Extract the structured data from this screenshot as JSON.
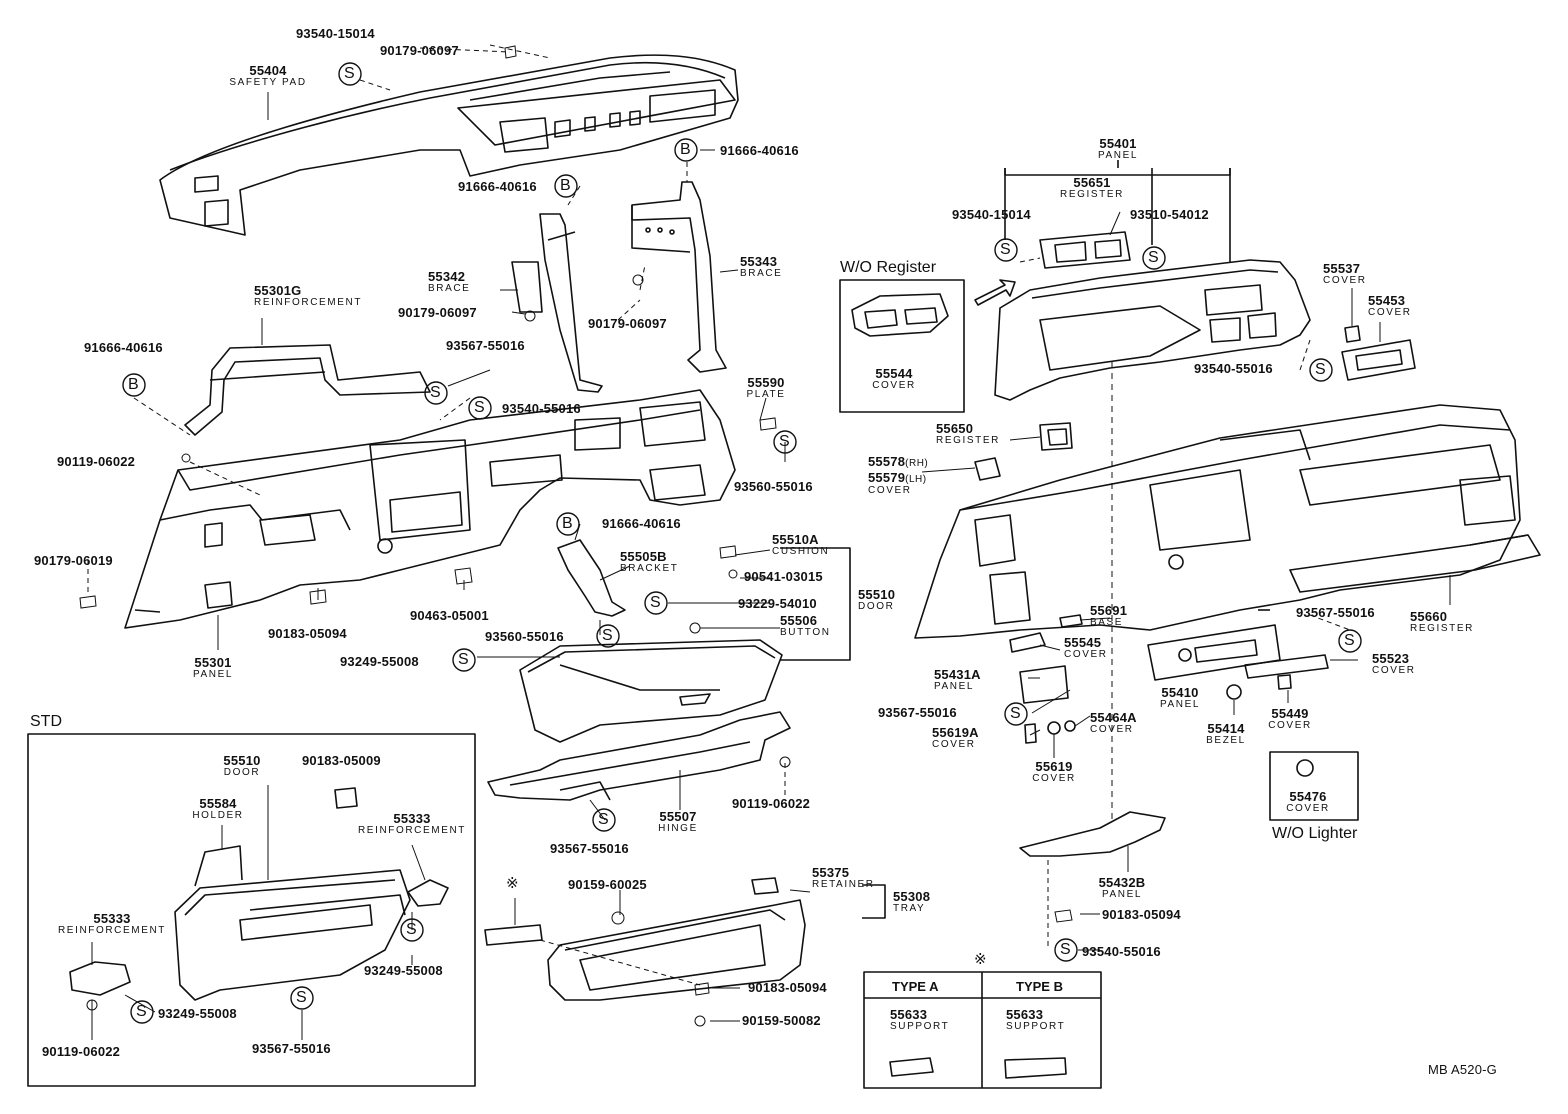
{
  "parts": [
    {
      "pn": "93540-15014",
      "name": ""
    },
    {
      "pn": "90179-06097",
      "name": ""
    },
    {
      "pn": "55404",
      "name": "SAFETY PAD"
    },
    {
      "pn": "91666-40616",
      "name": ""
    },
    {
      "pn": "91666-40616",
      "name": ""
    },
    {
      "pn": "55343",
      "name": "BRACE"
    },
    {
      "pn": "55342",
      "name": "BRACE"
    },
    {
      "pn": "90179-06097",
      "name": ""
    },
    {
      "pn": "90179-06097",
      "name": ""
    },
    {
      "pn": "55301G",
      "name": "REINFORCEMENT"
    },
    {
      "pn": "91666-40616",
      "name": ""
    },
    {
      "pn": "93567-55016",
      "name": ""
    },
    {
      "pn": "93540-55016",
      "name": ""
    },
    {
      "pn": "55590",
      "name": "PLATE"
    },
    {
      "pn": "90119-06022",
      "name": ""
    },
    {
      "pn": "93560-55016",
      "name": ""
    },
    {
      "pn": "90179-06019",
      "name": ""
    },
    {
      "pn": "91666-40616",
      "name": ""
    },
    {
      "pn": "55505B",
      "name": "BRACKET"
    },
    {
      "pn": "55510A",
      "name": "CUSHION"
    },
    {
      "pn": "90541-03015",
      "name": ""
    },
    {
      "pn": "55510",
      "name": "DOOR"
    },
    {
      "pn": "93229-54010",
      "name": ""
    },
    {
      "pn": "90463-05001",
      "name": ""
    },
    {
      "pn": "90183-05094",
      "name": ""
    },
    {
      "pn": "55301",
      "name": "PANEL"
    },
    {
      "pn": "93560-55016",
      "name": ""
    },
    {
      "pn": "55506",
      "name": "BUTTON"
    },
    {
      "pn": "93249-55008",
      "name": ""
    },
    {
      "pn": "55507",
      "name": "HINGE"
    },
    {
      "pn": "90119-06022",
      "name": ""
    },
    {
      "pn": "93567-55016",
      "name": ""
    },
    {
      "pn": "55401",
      "name": "PANEL"
    },
    {
      "pn": "55651",
      "name": "REGISTER"
    },
    {
      "pn": "93540-15014",
      "name": ""
    },
    {
      "pn": "93510-54012",
      "name": ""
    },
    {
      "pn": "55544",
      "name": "COVER"
    },
    {
      "pn": "55537",
      "name": "COVER"
    },
    {
      "pn": "55453",
      "name": "COVER"
    },
    {
      "pn": "93540-55016",
      "name": ""
    },
    {
      "pn": "55650",
      "name": "REGISTER"
    },
    {
      "pn": "55578",
      "name": "(RH)"
    },
    {
      "pn": "55579",
      "name": "(LH)"
    },
    {
      "pn": "",
      "name": "COVER"
    },
    {
      "pn": "55691",
      "name": "BASE"
    },
    {
      "pn": "55545",
      "name": "COVER"
    },
    {
      "pn": "93567-55016",
      "name": ""
    },
    {
      "pn": "55660",
      "name": "REGISTER"
    },
    {
      "pn": "55431A",
      "name": "PANEL"
    },
    {
      "pn": "55523",
      "name": "COVER"
    },
    {
      "pn": "55410",
      "name": "PANEL"
    },
    {
      "pn": "93567-55016",
      "name": ""
    },
    {
      "pn": "55464A",
      "name": "COVER"
    },
    {
      "pn": "55619A",
      "name": "COVER"
    },
    {
      "pn": "55414",
      "name": "BEZEL"
    },
    {
      "pn": "55449",
      "name": "COVER"
    },
    {
      "pn": "55619",
      "name": "COVER"
    },
    {
      "pn": "55476",
      "name": "COVER"
    },
    {
      "pn": "55432B",
      "name": "PANEL"
    },
    {
      "pn": "90183-05094",
      "name": ""
    },
    {
      "pn": "93540-55016",
      "name": ""
    },
    {
      "pn": "55510",
      "name": "DOOR"
    },
    {
      "pn": "90183-05009",
      "name": ""
    },
    {
      "pn": "55584",
      "name": "HOLDER"
    },
    {
      "pn": "55333",
      "name": "REINFORCEMENT"
    },
    {
      "pn": "55333",
      "name": "REINFORCEMENT"
    },
    {
      "pn": "93249-55008",
      "name": ""
    },
    {
      "pn": "93249-55008",
      "name": ""
    },
    {
      "pn": "90119-06022",
      "name": ""
    },
    {
      "pn": "93567-55016",
      "name": ""
    },
    {
      "pn": "90159-60025",
      "name": ""
    },
    {
      "pn": "55375",
      "name": "RETAINER"
    },
    {
      "pn": "55308",
      "name": "TRAY"
    },
    {
      "pn": "90183-05094",
      "name": ""
    },
    {
      "pn": "90159-50082",
      "name": ""
    },
    {
      "pn": "55633",
      "name": "SUPPORT"
    },
    {
      "pn": "55633",
      "name": "SUPPORT"
    }
  ],
  "headings": {
    "wo_register": "W/O Register",
    "wo_lighter": "W/O Lighter",
    "std": "STD",
    "type_a": "TYPE A",
    "type_b": "TYPE B",
    "asterisk": "※",
    "figure_code": "MB A520-G"
  },
  "markers": {
    "S": "S",
    "B": "B"
  }
}
